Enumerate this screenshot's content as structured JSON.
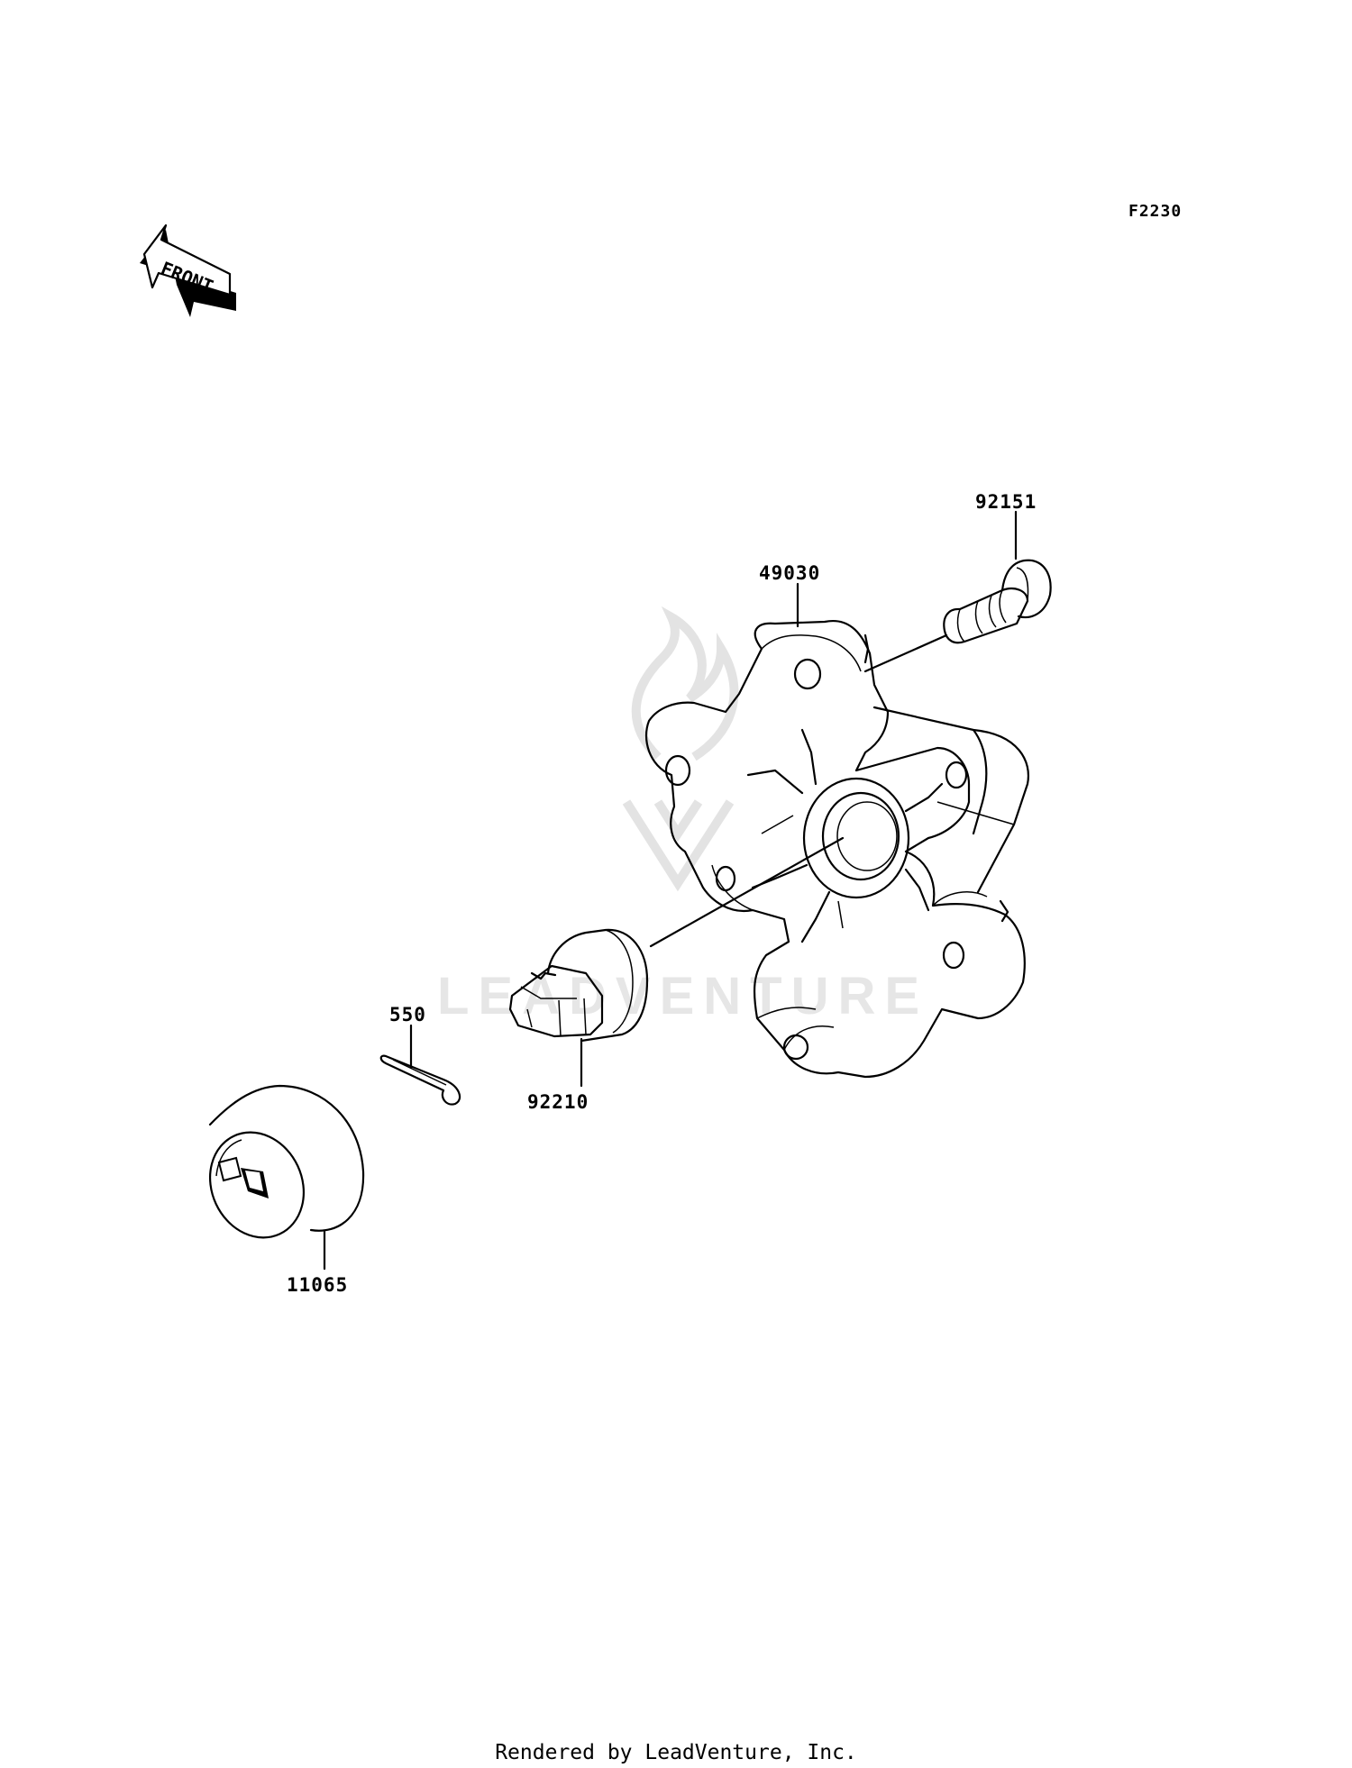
{
  "diagram_code": "F2230",
  "front_arrow": {
    "label": "FRONT"
  },
  "watermark": {
    "text": "LEADVENTURE"
  },
  "parts": [
    {
      "number": "92151",
      "name": "stud"
    },
    {
      "number": "49030",
      "name": "wheel hub"
    },
    {
      "number": "550",
      "name": "cotter pin"
    },
    {
      "number": "92210",
      "name": "castle nut"
    },
    {
      "number": "11065",
      "name": "hub cap"
    }
  ],
  "footer": {
    "text": "Rendered by LeadVenture, Inc."
  }
}
